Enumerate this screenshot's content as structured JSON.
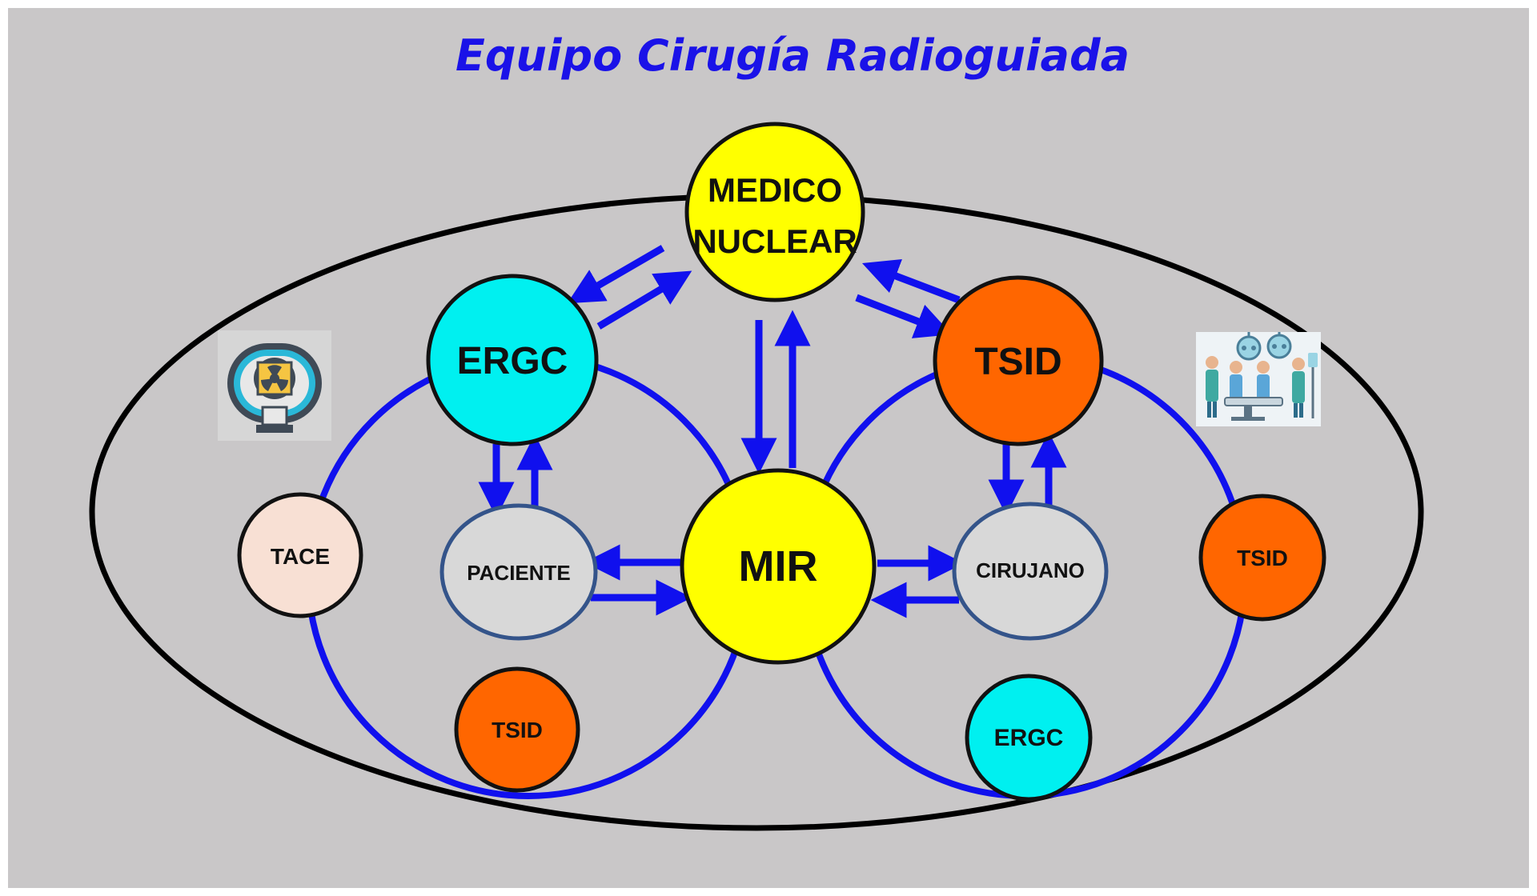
{
  "title": "Equipo Cirugía Radioguiada",
  "colors": {
    "background": "#c9c7c8",
    "title": "#1a12e8",
    "arrow": "#1010ee",
    "ring": "#1010ee",
    "outline": "#000000",
    "yellow": "#ffff00",
    "cyan": "#00f0f0",
    "orange": "#ff6600",
    "peach": "#f8e0d4",
    "light_gray": "#d8d8d8",
    "gray_outline": "#34548a"
  },
  "nodes": {
    "medico_nuclear": {
      "line1": "MEDICO",
      "line2": "NUCLEAR",
      "color": "yellow"
    },
    "ergc_main": {
      "label": "ERGC",
      "color": "cyan"
    },
    "tsid_main": {
      "label": "TSID",
      "color": "orange"
    },
    "mir": {
      "label": "MIR",
      "color": "yellow"
    },
    "paciente": {
      "label": "PACIENTE",
      "color": "light_gray"
    },
    "cirujano": {
      "label": "CIRUJANO",
      "color": "light_gray"
    },
    "tace": {
      "label": "TACE",
      "color": "peach"
    },
    "tsid_left": {
      "label": "TSID",
      "color": "orange"
    },
    "tsid_right": {
      "label": "TSID",
      "color": "orange"
    },
    "ergc_right": {
      "label": "ERGC",
      "color": "cyan"
    }
  },
  "icons": {
    "left": "nuclear-scanner-icon",
    "right": "operating-room-team-icon"
  }
}
